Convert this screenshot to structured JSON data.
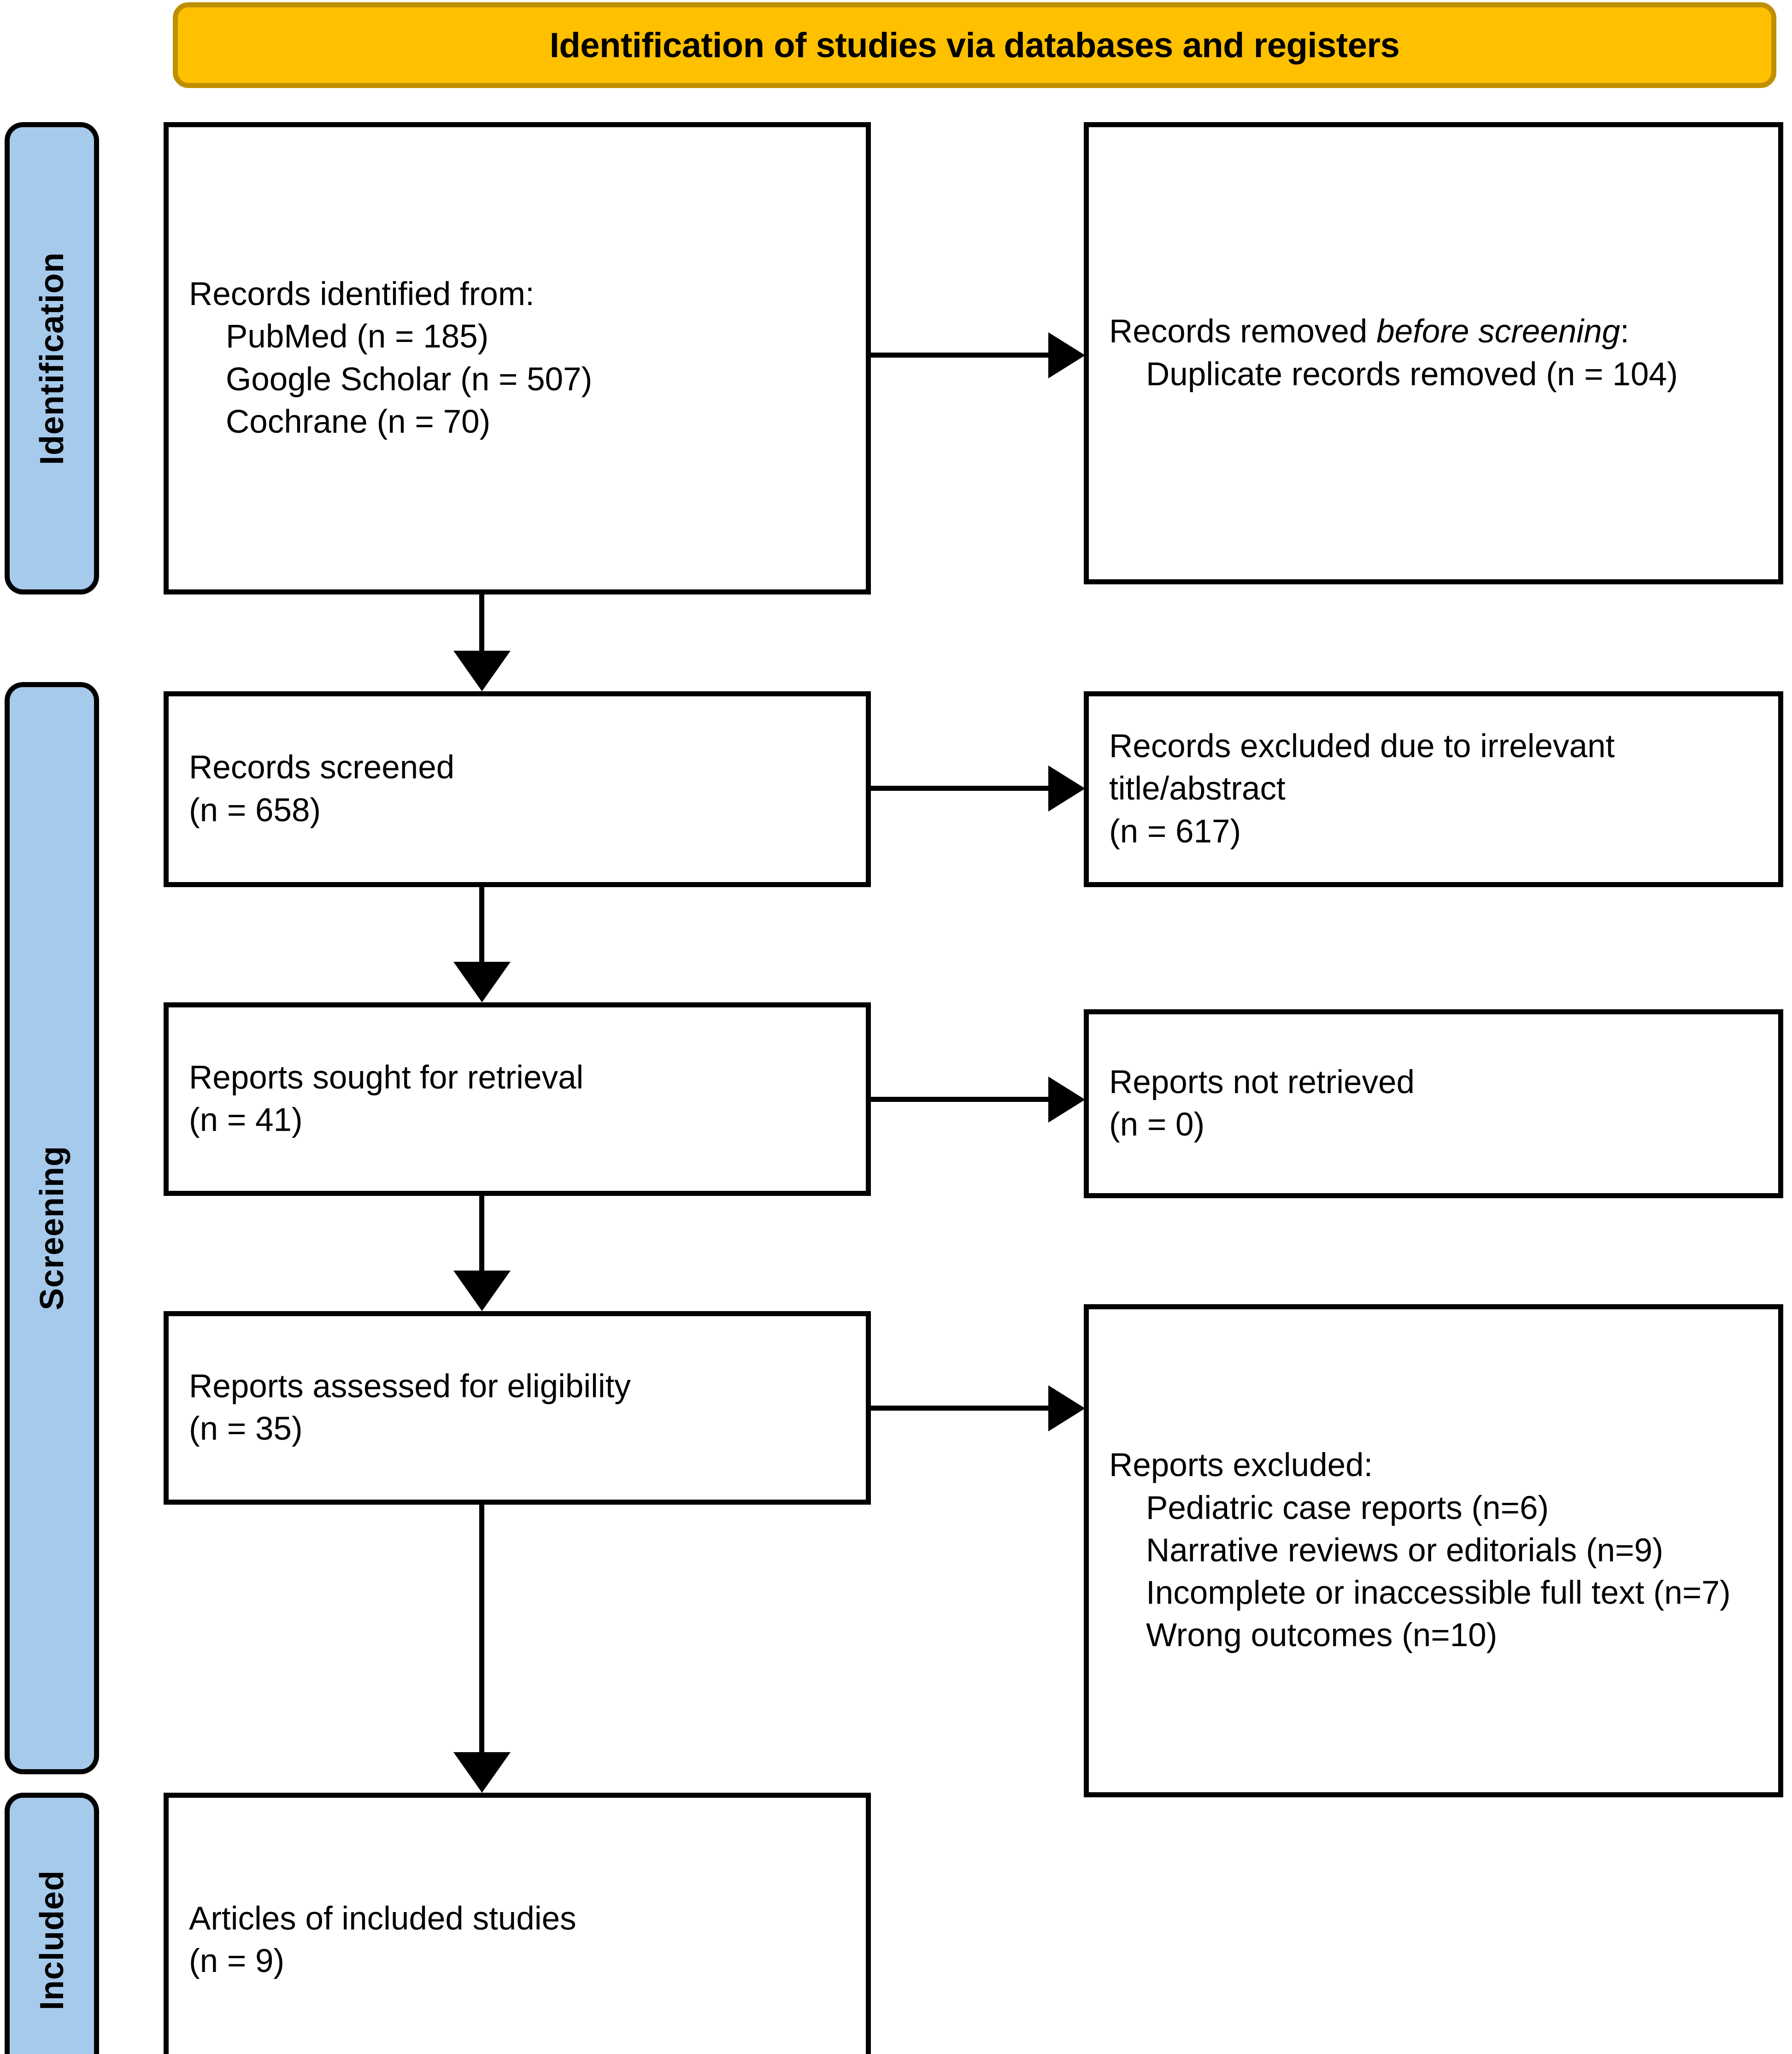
{
  "banner": {
    "title": "Identification of studies via databases and registers",
    "fill": "#FFC000",
    "border": "#BF8F00"
  },
  "stages": {
    "fill": "#A6CAEC",
    "identification": "Identification",
    "screening": "Screening",
    "included": "Included"
  },
  "flow": {
    "identified": {
      "heading": "Records identified from:",
      "items": [
        "PubMed (n = 185)",
        "Google Scholar (n = 507)",
        "Cochrane (n = 70)"
      ]
    },
    "removed": {
      "heading_pre": "Records removed ",
      "heading_italic": "before screening",
      "heading_post": ":",
      "items": [
        "Duplicate records removed (n = 104)"
      ]
    },
    "screened": {
      "label": "Records screened",
      "count": "(n = 658)"
    },
    "excluded_title_abstract": {
      "label": "Records excluded due to irrelevant title/abstract",
      "count": "(n = 617)"
    },
    "sought": {
      "label": "Reports sought for retrieval",
      "count": "(n = 41)"
    },
    "not_retrieved": {
      "label": "Reports not retrieved",
      "count": "(n = 0)"
    },
    "assessed": {
      "label": "Reports assessed for eligibility",
      "count": "(n = 35)"
    },
    "reports_excluded": {
      "heading": "Reports excluded:",
      "items": [
        "Pediatric case reports (n=6)",
        "Narrative reviews or editorials (n=9)",
        "Incomplete or inaccessible full text (n=7)",
        "Wrong outcomes (n=10)"
      ]
    },
    "included": {
      "label": "Articles of included studies",
      "count": "(n = 9)"
    }
  }
}
